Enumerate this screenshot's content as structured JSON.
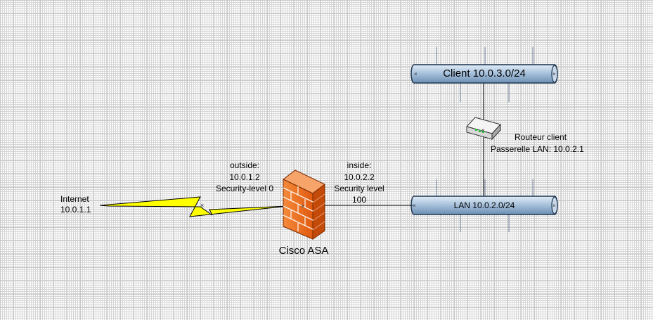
{
  "internet": {
    "label": "Internet",
    "ip": "10.0.1.1"
  },
  "outside": {
    "name": "outside:",
    "ip": "10.0.1.2",
    "security": "Security-level 0"
  },
  "inside": {
    "name": "inside:",
    "ip": "10.0.2.2",
    "security": "Security level",
    "security_value": "100"
  },
  "firewall": {
    "label": "Cisco ASA",
    "icon": "firewall-icon"
  },
  "router": {
    "name": "Routeur client",
    "gateway": "Passerelle LAN: 10.0.2.1",
    "icon": "router-icon"
  },
  "networks": {
    "client": "Client 10.0.3.0/24",
    "lan": "LAN 10.0.2.0/24"
  },
  "colors": {
    "bus_fill": "#a9c3dd",
    "bus_stroke": "#1f3650",
    "firewall": "#f26d1f",
    "lightning": "#ffff00",
    "link": "#000000"
  }
}
